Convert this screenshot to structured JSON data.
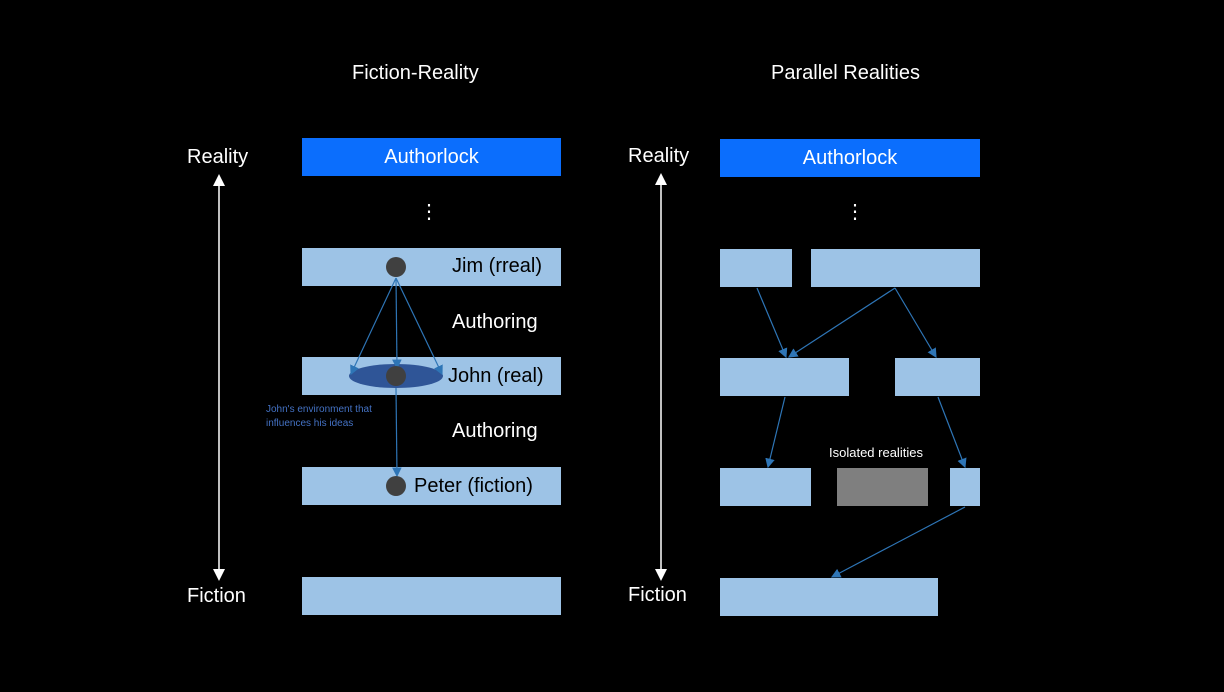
{
  "left": {
    "title": "Fiction-Reality",
    "axis_top": "Reality",
    "axis_bottom": "Fiction",
    "authorlock": "Authorlock",
    "ellipsis": "⋮",
    "jim_label": "Jim (rreal)",
    "john_label": "John (real)",
    "peter_label": "Peter (fiction)",
    "authoring_1": "Authoring",
    "authoring_2": "Authoring",
    "env_note_line1": "John's environment that",
    "env_note_line2": "influences his ideas"
  },
  "right": {
    "title": "Parallel Realities",
    "axis_top": "Reality",
    "axis_bottom": "Fiction",
    "authorlock": "Authorlock",
    "ellipsis": "⋮",
    "isolated_label": "Isolated realities"
  },
  "colors": {
    "background": "#000000",
    "light_bar": "#9dc3e6",
    "authorlock_bar": "#0b6efd",
    "isolated_bar": "#7f7f7f",
    "arrow": "#2e75b6",
    "note": "#4472c4"
  }
}
